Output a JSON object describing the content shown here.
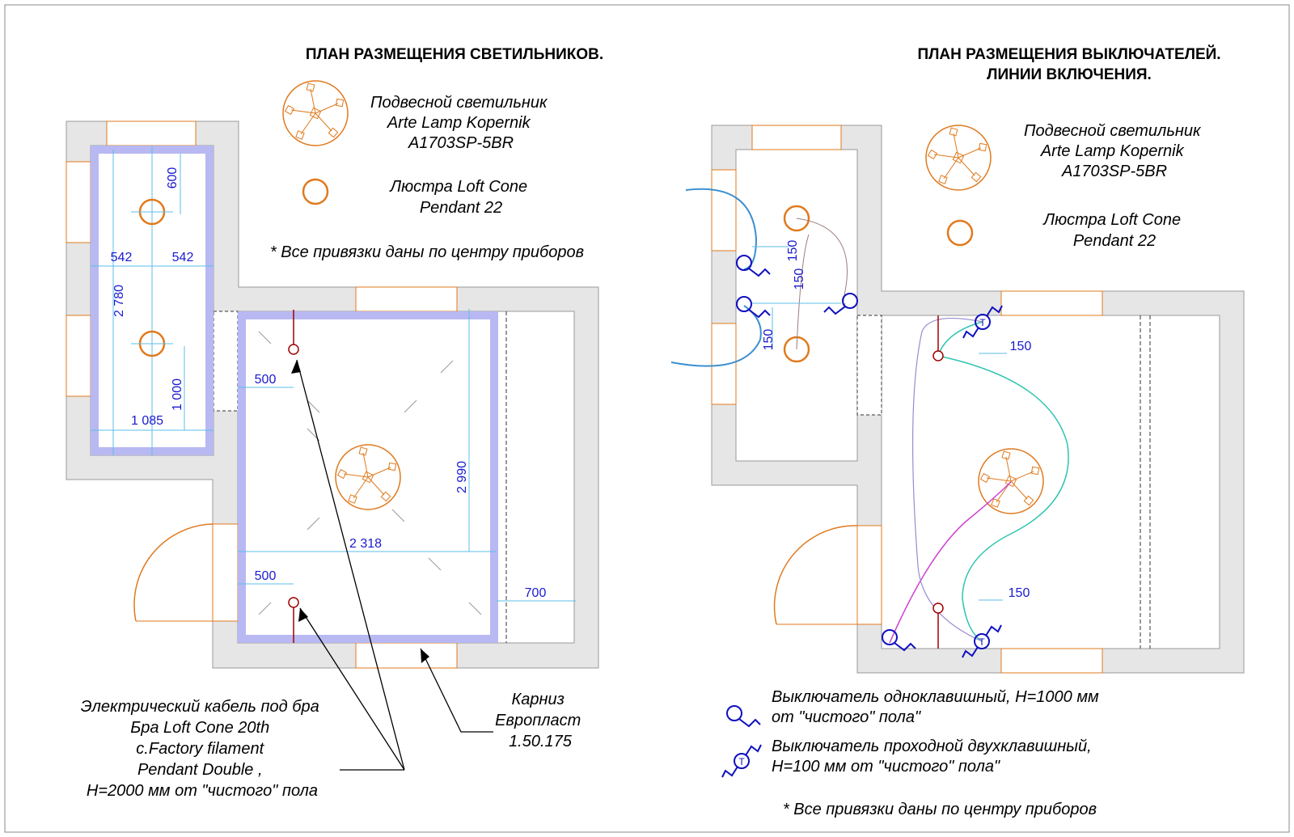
{
  "left_plan": {
    "title": "ПЛАН РАЗМЕЩЕНИЯ СВЕТИЛЬНИКОВ.",
    "legend": {
      "pendant": [
        "Подвесной светильник",
        "Arte Lamp Kopernik",
        "A1703SP-5BR"
      ],
      "chandelier": [
        "Люстра Loft Cone",
        "Pendant 22"
      ]
    },
    "note": "* Все привязки даны по центру приборов",
    "dims": {
      "d600": "600",
      "d542a": "542",
      "d542b": "542",
      "d2780": "2 780",
      "d1000": "1 000",
      "d1085": "1 085",
      "d500a": "500",
      "d2990": "2 990",
      "d2318": "2 318",
      "d500b": "500",
      "d700": "700"
    },
    "callout_cable": [
      "Электрический кабель под бра",
      "Бра Loft Cone 20th",
      "c.Factory filament",
      "Pendant Double ,",
      "H=2000 мм от \"чистого\" пола"
    ],
    "callout_cornice": [
      "Карниз",
      "Европласт",
      "1.50.175"
    ]
  },
  "right_plan": {
    "title_line1": "ПЛАН  РАЗМЕЩЕНИЯ  ВЫКЛЮЧАТЕЛЕЙ.",
    "title_line2": "ЛИНИИ ВКЛЮЧЕНИЯ.",
    "legend": {
      "pendant": [
        "Подвесной светильник",
        "Arte Lamp Kopernik",
        "A1703SP-5BR"
      ],
      "chandelier": [
        "Люстра Loft Cone",
        "Pendant 22"
      ]
    },
    "dims": {
      "d150a": "150",
      "d150b": "150",
      "d150c": "150",
      "d150d": "150",
      "d150e": "150"
    },
    "switch_legend": {
      "single": [
        "Выключатель одноклавишный, H=1000 мм",
        "от \"чистого\" пола\""
      ],
      "double": [
        "Выключатель проходной двухклавишный,",
        "H=100 мм от \"чистого\" пола\""
      ],
      "t_mark": "T"
    },
    "note": "* Все привязки даны по центру приборов"
  },
  "colors": {
    "walls": "#e6e6e6",
    "cornice": "#b8b8f2",
    "fixture": "#e07a1e",
    "dimension": "#5bbfe8",
    "dimension_text": "#1a1ad0",
    "switch": "#1010c0",
    "wire_blue": "#3a8fd0",
    "wire_teal": "#2ec4b0",
    "wire_magenta": "#d040d0",
    "wire_lavender": "#9a8ad0",
    "wire_brown": "#a07a7a",
    "cable": "#a00000"
  }
}
